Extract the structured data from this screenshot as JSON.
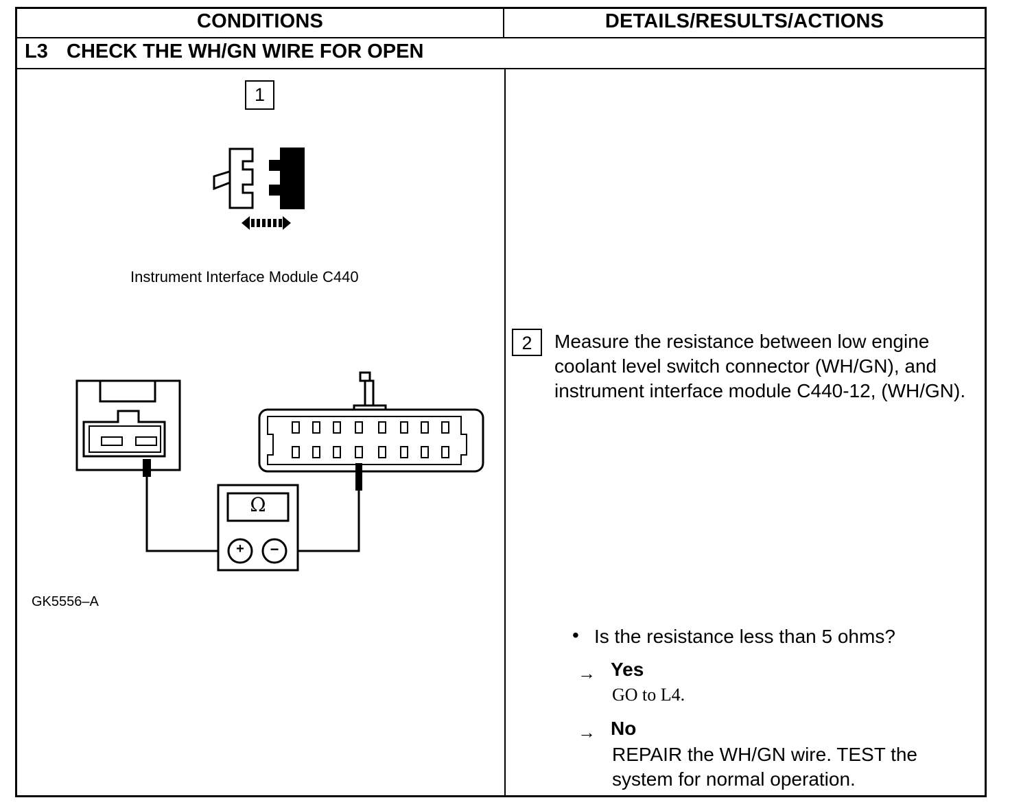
{
  "header": {
    "conditions": "CONDITIONS",
    "details": "DETAILS/RESULTS/ACTIONS"
  },
  "step": {
    "id": "L3",
    "title": "CHECK THE WH/GN WIRE FOR OPEN"
  },
  "figure": {
    "step1_number": "1",
    "connector_caption": "Instrument Interface Module C440",
    "meter_symbol": "Ω",
    "plus_symbol": "+",
    "minus_symbol": "−",
    "figure_id": "GK5556–A"
  },
  "action": {
    "step2_number": "2",
    "instruction": "Measure the resistance between low engine coolant level switch connector (WH/GN), and instrument interface module C440-12, (WH/GN).",
    "question_bullet": "•",
    "question": "Is the resistance less than 5 ohms?",
    "answers": [
      {
        "arrow": "→",
        "label": "Yes",
        "action": "GO to L4."
      },
      {
        "arrow": "→",
        "label": "No",
        "action": "REPAIR the WH/GN wire. TEST the system for normal operation."
      }
    ]
  }
}
